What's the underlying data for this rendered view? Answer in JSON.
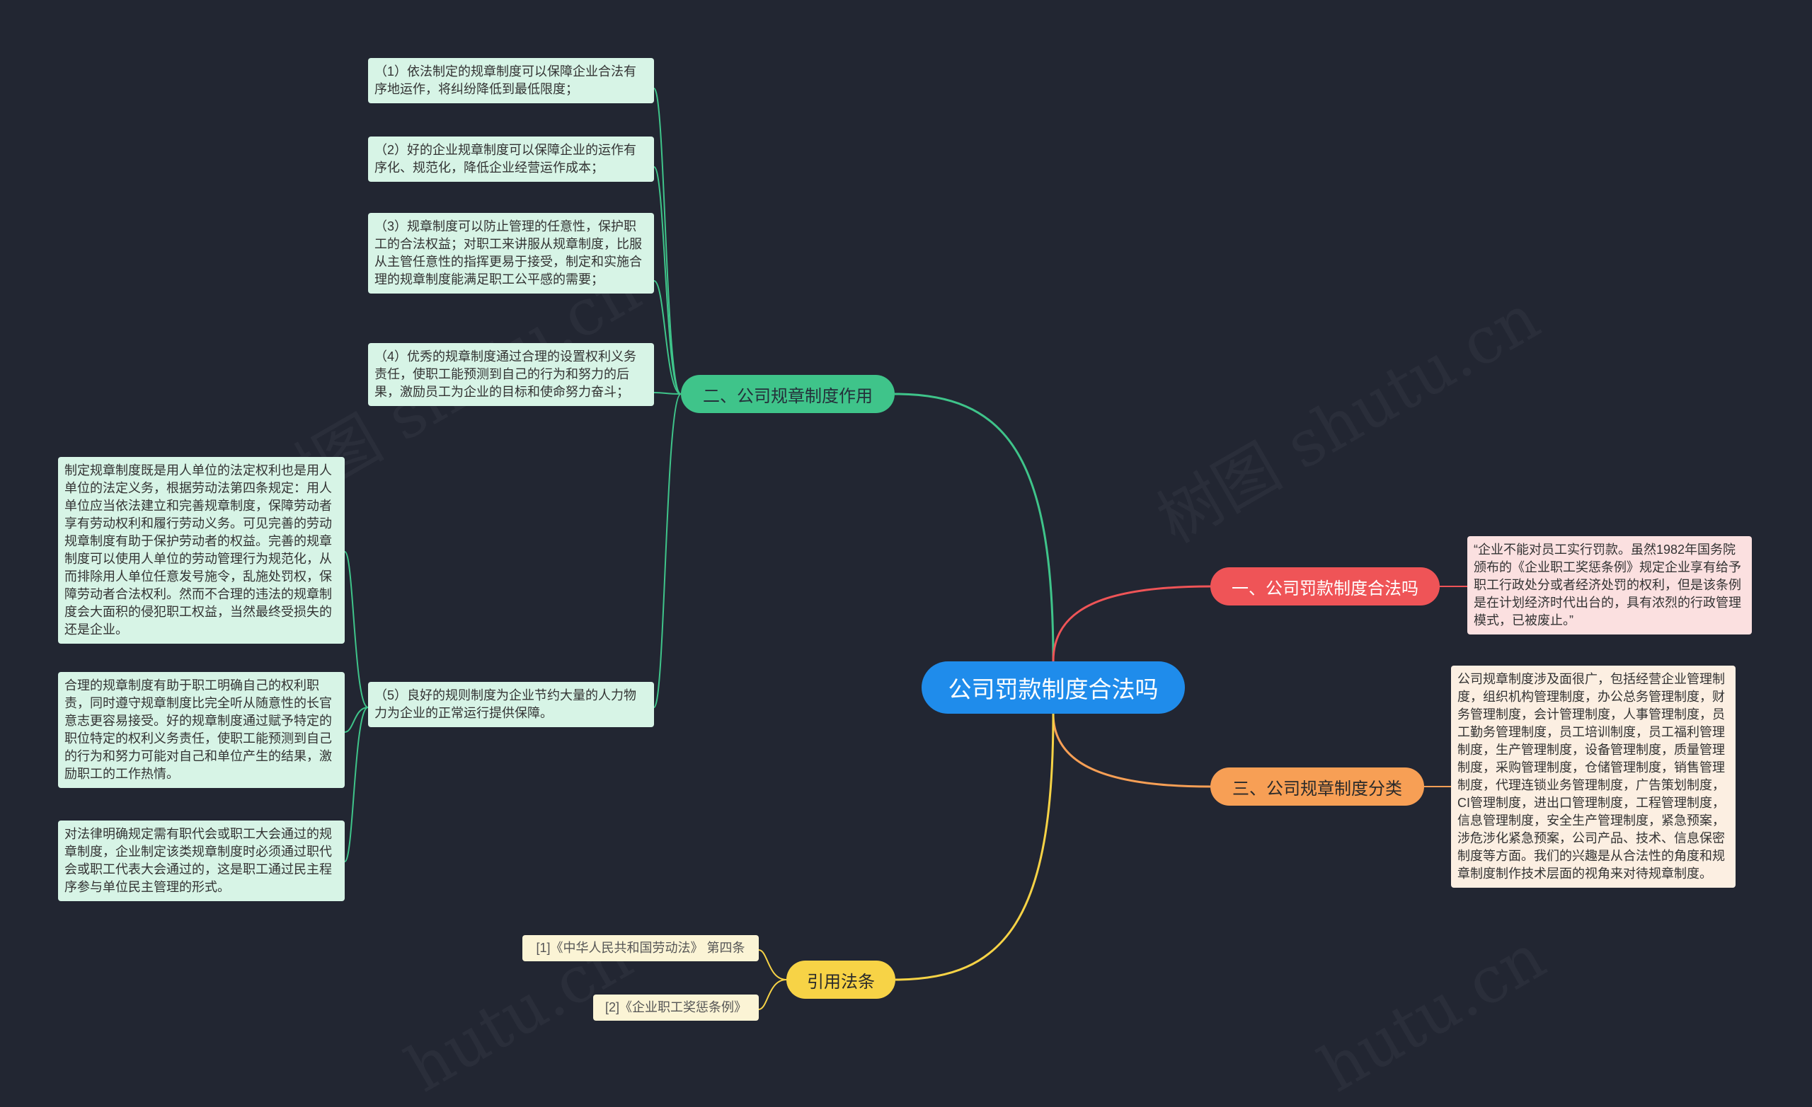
{
  "root": {
    "label": "公司罚款制度合法吗"
  },
  "branches": {
    "role": {
      "label": "二、公司规章制度作用",
      "items": [
        "（1）依法制定的规章制度可以保障企业合法有序地运作，将纠纷降低到最低限度；",
        "（2）好的企业规章制度可以保障企业的运作有序化、规范化，降低企业经营运作成本；",
        "（3）规章制度可以防止管理的任意性，保护职工的合法权益；对职工来讲服从规章制度，比服从主管任意性的指挥更易于接受，制定和实施合理的规章制度能满足职工公平感的需要；",
        "（4）优秀的规章制度通过合理的设置权利义务责任，使职工能预测到自己的行为和努力的后果，激励员工为企业的目标和使命努力奋斗；",
        "（5）良好的规则制度为企业节约大量的人力物力为企业的正常运行提供保障。"
      ],
      "sub_items": [
        "制定规章制度既是用人单位的法定权利也是用人单位的法定义务，根据劳动法第四条规定：用人单位应当依法建立和完善规章制度，保障劳动者享有劳动权利和履行劳动义务。可见完善的劳动规章制度有助于保护劳动者的权益。完善的规章制度可以使用人单位的劳动管理行为规范化，从而排除用人单位任意发号施令，乱施处罚权，保障劳动者合法权利。然而不合理的违法的规章制度会大面积的侵犯职工权益，当然最终受损失的还是企业。",
        "合理的规章制度有助于职工明确自己的权利职责，同时遵守规章制度比完全听从随意性的长官意志更容易接受。好的规章制度通过赋予特定的职位特定的权利义务责任，使职工能预测到自己的行为和努力可能对自己和单位产生的结果，激励职工的工作热情。",
        "对法律明确规定需有职代会或职工大会通过的规章制度，企业制定该类规章制度时必须通过职代会或职工代表大会通过的，这是职工通过民主程序参与单位民主管理的形式。"
      ]
    },
    "legal": {
      "label": "一、公司罚款制度合法吗",
      "text": "“企业不能对员工实行罚款。虽然1982年国务院颁布的《企业职工奖惩条例》规定企业享有给予职工行政处分或者经济处罚的权利，但是该条例是在计划经济时代出台的，具有浓烈的行政管理模式，已被废止。”"
    },
    "types": {
      "label": "三、公司规章制度分类",
      "text": "公司规章制度涉及面很广，包括经营企业管理制度，组织机构管理制度，办公总务管理制度，财务管理制度，会计管理制度，人事管理制度，员工勤务管理制度，员工培训制度，员工福利管理制度，生产管理制度，设备管理制度，质量管理制度，采购管理制度，仓储管理制度，销售管理制度，代理连锁业务管理制度，广告策划制度，CI管理制度，进出口管理制度，工程管理制度，信息管理制度，安全生产管理制度，紧急预案，涉危涉化紧急预案，公司产品、技术、信息保密制度等方面。我们的兴趣是从合法性的角度和规章制度制作技术层面的视角来对待规章制度。"
    },
    "refs": {
      "label": "引用法条",
      "items": [
        "[1]《中华人民共和国劳动法》 第四条",
        "[2]《企业职工奖惩条例》"
      ]
    }
  },
  "colors": {
    "background": "#222632",
    "root": "#1f8ceb",
    "green": "#3fc48a",
    "red": "#ef5457",
    "orange": "#f79f55",
    "yellow": "#f7d346"
  }
}
